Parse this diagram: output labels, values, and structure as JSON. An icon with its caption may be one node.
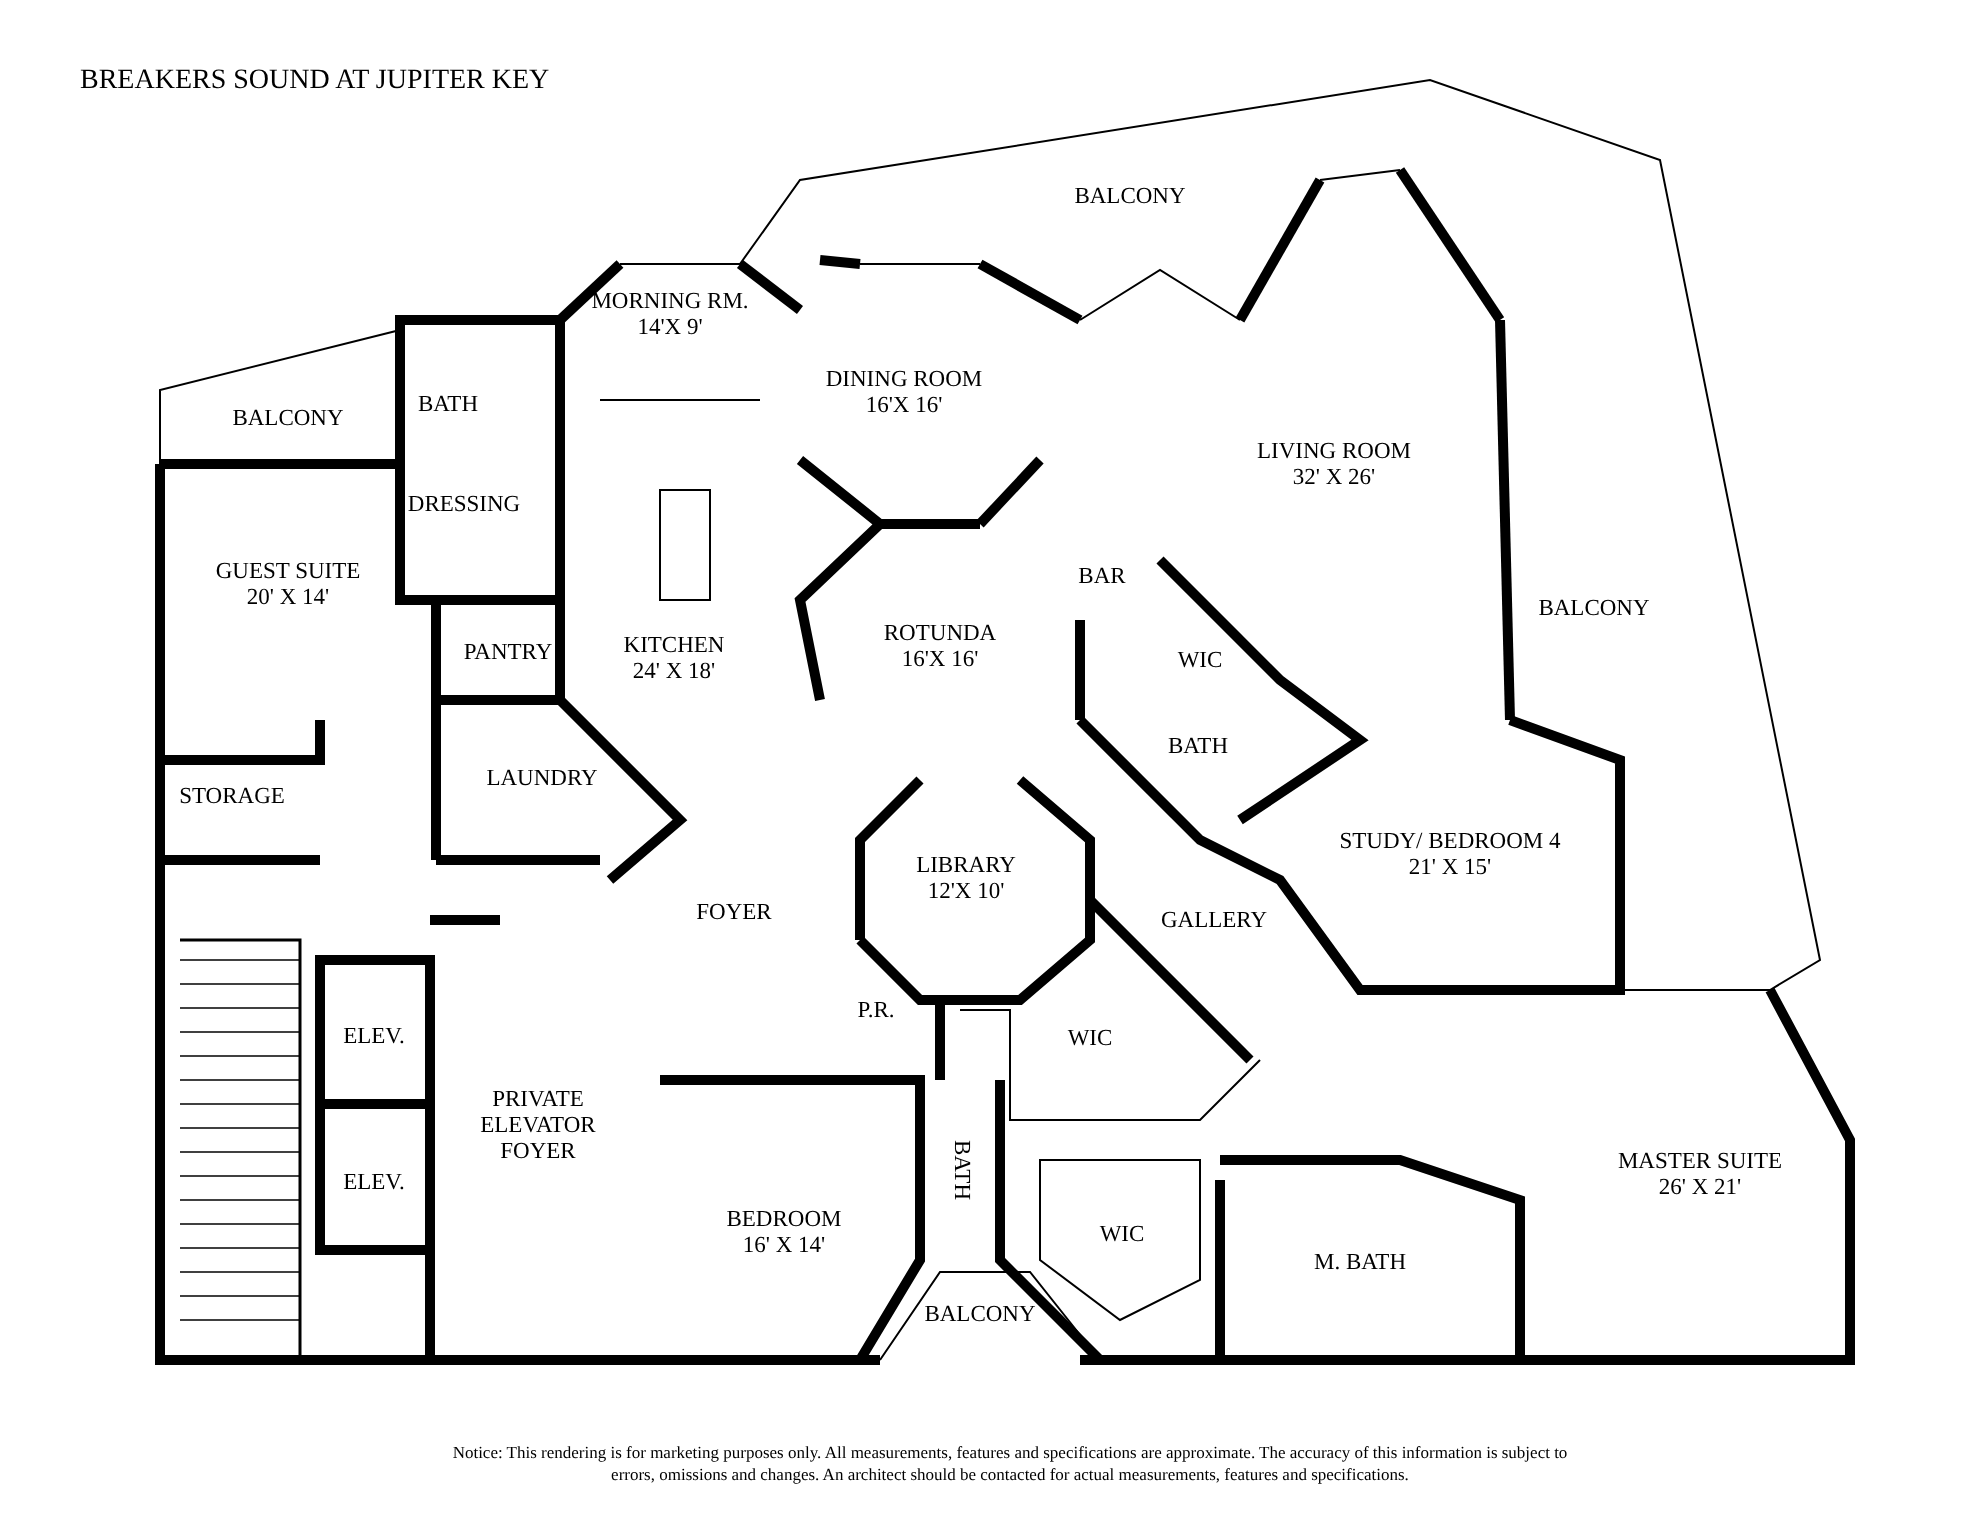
{
  "diagram": {
    "title": "BREAKERS SOUND AT JUPITER KEY",
    "caption": "Notice: This rendering is for marketing purposes only. All measurements, features and specifications are approximate. The accuracy of this information is subject to errors, omissions and changes. An architect should be contacted for actual measurements, features and specifications.",
    "nodes": [
      {
        "text": [
          "BALCONY"
        ]
      },
      {
        "text": [
          "MORNING RM.",
          "14'X 9'"
        ]
      },
      {
        "text": [
          "BALCONY"
        ]
      },
      {
        "text": [
          "BATH"
        ]
      },
      {
        "text": [
          "DINING ROOM",
          "16'X 16'"
        ]
      },
      {
        "text": [
          "LIVING ROOM",
          "32' X 26'"
        ]
      },
      {
        "text": [
          "DRESSING"
        ]
      },
      {
        "text": [
          "GUEST SUITE",
          "20' X 14'"
        ]
      },
      {
        "text": [
          "BAR"
        ]
      },
      {
        "text": [
          "KITCHEN",
          "24' X 18'"
        ]
      },
      {
        "text": [
          "PANTRY"
        ]
      },
      {
        "text": [
          "ROTUNDA",
          "16'X 16'"
        ]
      },
      {
        "text": [
          "WIC"
        ]
      },
      {
        "text": [
          "BALCONY"
        ]
      },
      {
        "text": [
          "BATH"
        ]
      },
      {
        "text": [
          "LAUNDRY"
        ]
      },
      {
        "text": [
          "STORAGE"
        ]
      },
      {
        "text": [
          "LIBRARY",
          "12'X 10'"
        ]
      },
      {
        "text": [
          "STUDY/ BEDROOM 4",
          "21' X 15'"
        ]
      },
      {
        "text": [
          "FOYER"
        ]
      },
      {
        "text": [
          "GALLERY"
        ]
      },
      {
        "text": [
          "P.R."
        ]
      },
      {
        "text": [
          "WIC"
        ]
      },
      {
        "text": [
          "ELEV."
        ]
      },
      {
        "text": [
          "PRIVATE ELEVATOR FOYER"
        ]
      },
      {
        "text": [
          "MASTER SUITE",
          "26' X 21'"
        ]
      },
      {
        "text": [
          "ELEV."
        ]
      },
      {
        "text": [
          "BATH"
        ]
      },
      {
        "text": [
          "BEDROOM",
          "16' X 14'"
        ]
      },
      {
        "text": [
          "WIC"
        ]
      },
      {
        "text": [
          "M. BATH"
        ]
      },
      {
        "text": [
          "BALCONY"
        ]
      }
    ]
  }
}
